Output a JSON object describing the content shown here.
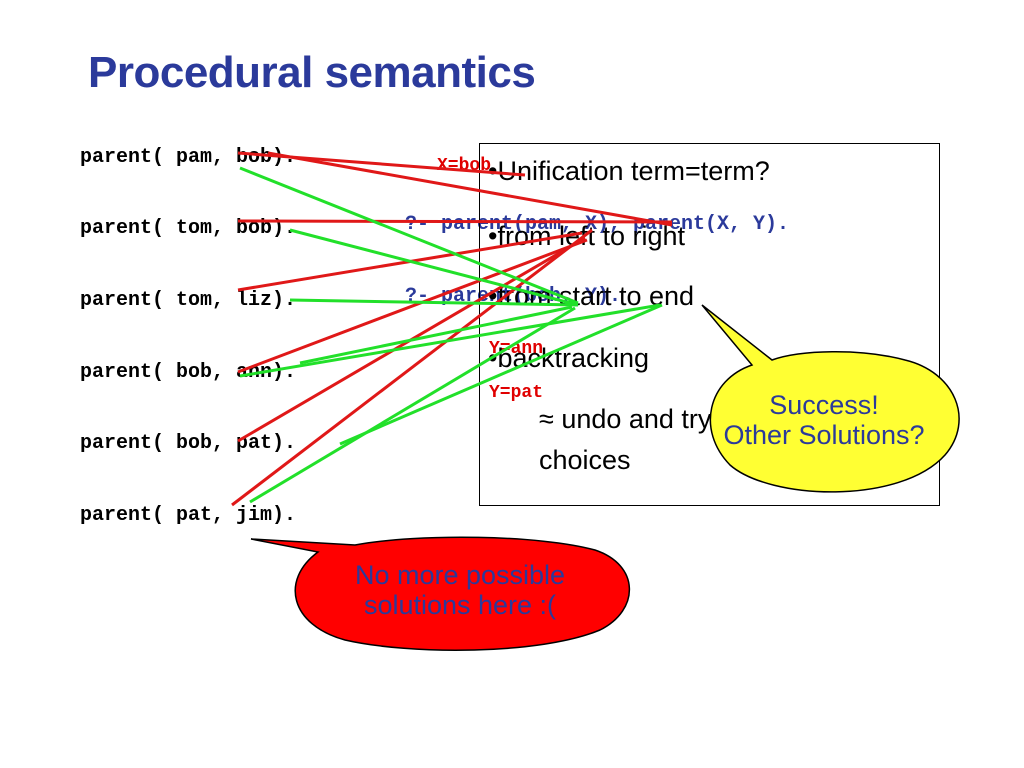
{
  "title": "Procedural semantics",
  "facts": [
    "parent( pam, bob).",
    "parent( tom, bob).",
    "parent( tom, liz).",
    "parent( bob, ann).",
    "parent( bob, pat).",
    "parent( pat, jim)."
  ],
  "queries": {
    "q1": "?- parent(pam, X), parent(X, Y).",
    "q2": "?- parent(bob, Y)."
  },
  "bindings": {
    "x": "X=bob",
    "y1": "Y=ann",
    "y2": "Y=pat"
  },
  "bullets": [
    "•Unification term=term?",
    "•from left to right",
    "•from start to end",
    "•backtracking",
    "≈ undo and try new",
    "choices"
  ],
  "callouts": {
    "success_line1": "Success!",
    "success_line2": "Other Solutions?",
    "fail_line1": "No more possible",
    "fail_line2": "solutions here :("
  },
  "colors": {
    "title": "#2b3a9b",
    "query": "#2b3a9b",
    "binding": "#e00000",
    "red_line": "#e01818",
    "green_line": "#22e02a",
    "success_fill": "#ffff33",
    "fail_fill": "#ff0000"
  }
}
